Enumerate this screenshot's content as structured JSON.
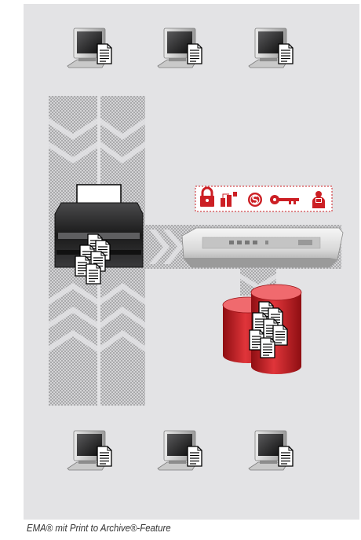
{
  "figure": {
    "caption": "EMA® mit Print to Archive®-Feature"
  },
  "nodes": {
    "workstations_top": [
      {
        "type": "computer-with-document"
      },
      {
        "type": "computer-with-document"
      },
      {
        "type": "computer-with-document"
      }
    ],
    "workstations_bottom": [
      {
        "type": "computer-with-document"
      },
      {
        "type": "computer-with-document"
      },
      {
        "type": "computer-with-document"
      }
    ],
    "printer": {
      "type": "printer-with-documents"
    },
    "appliance": {
      "type": "ema-appliance"
    },
    "archive": {
      "type": "database-with-documents",
      "color": "#cc1f24"
    },
    "feature_icons": [
      "lock-icon",
      "network-icon",
      "signature-icon",
      "key-icon",
      "user-icon"
    ]
  },
  "colors": {
    "panel": "#e3e3e5",
    "accent": "#cc1f24",
    "flow": "#b5b5b5"
  }
}
